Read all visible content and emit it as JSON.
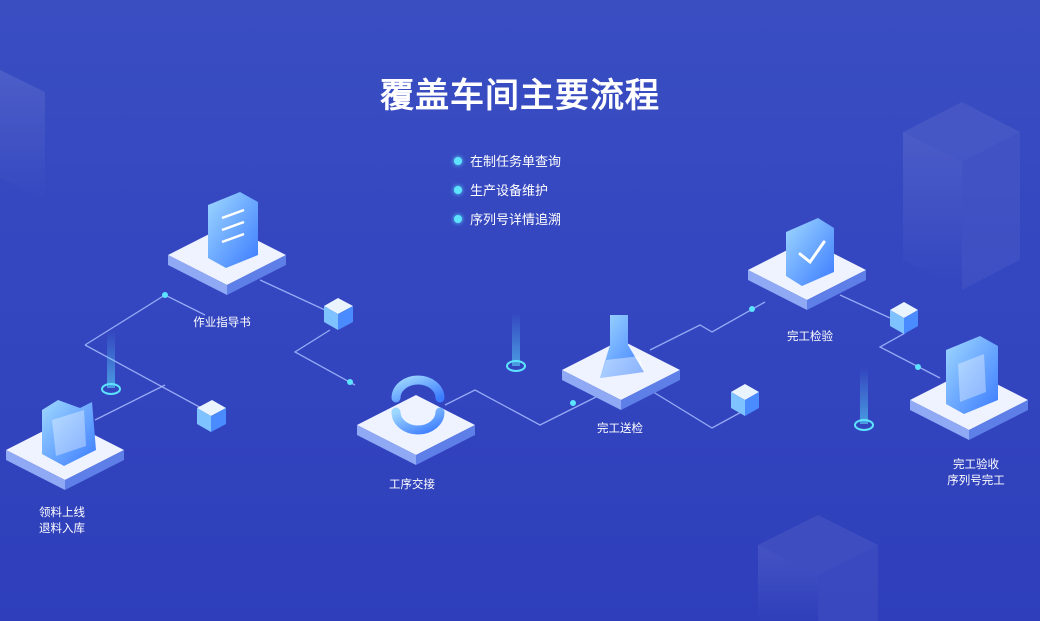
{
  "title": "覆盖车间主要流程",
  "bullets": [
    "在制任务单查询",
    "生产设备维护",
    "序列号详情追溯"
  ],
  "nodes": {
    "material": [
      "领料上线",
      "退料入库"
    ],
    "instruction": "作业指导书",
    "handover": "工序交接",
    "inspection_submit": "完工送检",
    "inspection": "完工检验",
    "acceptance": [
      "完工验收",
      "序列号完工"
    ]
  },
  "icons": [
    "folder-icon",
    "document-icon",
    "exchange-icon",
    "flask-icon",
    "clipboard-check-icon",
    "scan-icon"
  ],
  "colors": {
    "background": "#3446c0",
    "accent": "#5de3ff",
    "platform": "#eef3ff",
    "line": "#9fb4ff"
  }
}
